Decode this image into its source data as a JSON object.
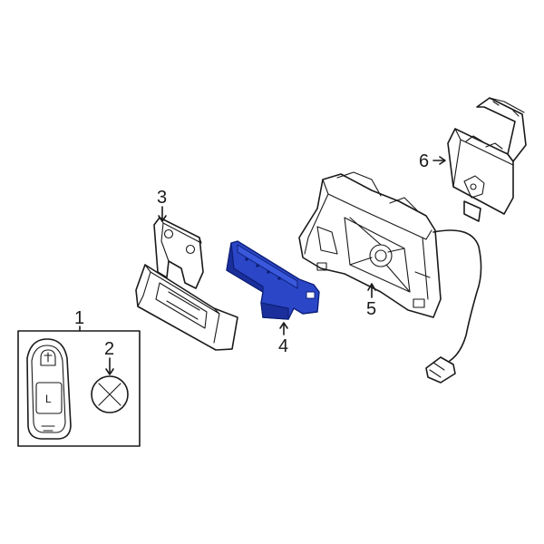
{
  "diagram": {
    "callouts": [
      {
        "id": "1",
        "label": "1"
      },
      {
        "id": "2",
        "label": "2"
      },
      {
        "id": "3",
        "label": "3"
      },
      {
        "id": "4",
        "label": "4"
      },
      {
        "id": "5",
        "label": "5"
      },
      {
        "id": "6",
        "label": "6"
      }
    ],
    "fob_button_letter": "L",
    "highlight_color": "#2b47c8"
  }
}
